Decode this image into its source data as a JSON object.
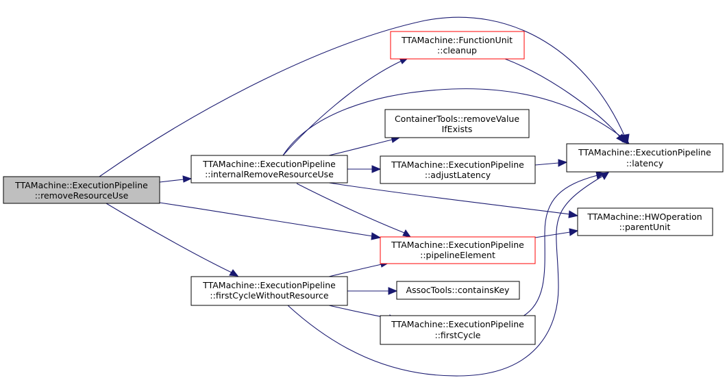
{
  "colors": {
    "edge": "#191970",
    "node_border": "#000000",
    "node_border_highlight": "#ff0000",
    "root_fill": "#bfbfbf",
    "node_fill": "#ffffff"
  },
  "nodes": {
    "removeResourceUse": {
      "line1": "TTAMachine::ExecutionPipeline",
      "line2": "::removeResourceUse"
    },
    "internalRemoveResourceUse": {
      "line1": "TTAMachine::ExecutionPipeline",
      "line2": "::internalRemoveResourceUse"
    },
    "firstCycleWithoutResource": {
      "line1": "TTAMachine::ExecutionPipeline",
      "line2": "::firstCycleWithoutResource"
    },
    "cleanup": {
      "line1": "TTAMachine::FunctionUnit",
      "line2": "::cleanup"
    },
    "removeValueIfExists": {
      "line1": "ContainerTools::removeValue",
      "line2": "IfExists"
    },
    "adjustLatency": {
      "line1": "TTAMachine::ExecutionPipeline",
      "line2": "::adjustLatency"
    },
    "pipelineElement": {
      "line1": "TTAMachine::ExecutionPipeline",
      "line2": "::pipelineElement"
    },
    "containsKey": {
      "line1": "AssocTools::containsKey"
    },
    "firstCycle": {
      "line1": "TTAMachine::ExecutionPipeline",
      "line2": "::firstCycle"
    },
    "latency": {
      "line1": "TTAMachine::ExecutionPipeline",
      "line2": "::latency"
    },
    "parentUnit": {
      "line1": "TTAMachine::HWOperation",
      "line2": "::parentUnit"
    }
  }
}
